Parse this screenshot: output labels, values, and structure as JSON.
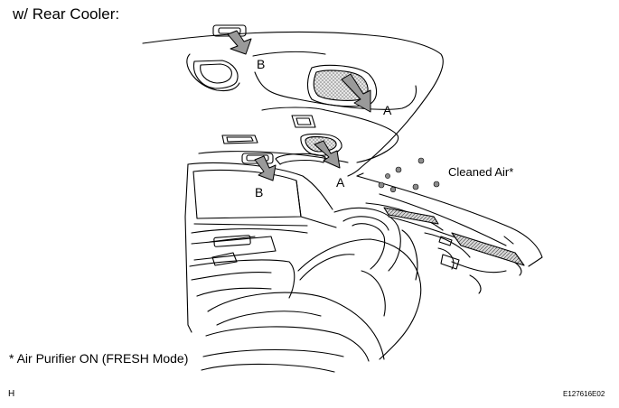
{
  "title": "w/ Rear Cooler:",
  "callouts": {
    "a_upper": "A",
    "a_lower": "A",
    "b_upper": "B",
    "b_lower": "B"
  },
  "cleaned_air_label": "Cleaned Air*",
  "footnote": "*  Air Purifier ON (FRESH Mode)",
  "corner_label": "H",
  "figure_id": "E127616E02",
  "colors": {
    "line": "#000000",
    "arrow_fill": "#9a9a9a",
    "particle": "#8c8c8c",
    "grille_fill": "#cfcfcf",
    "background": "#ffffff"
  }
}
